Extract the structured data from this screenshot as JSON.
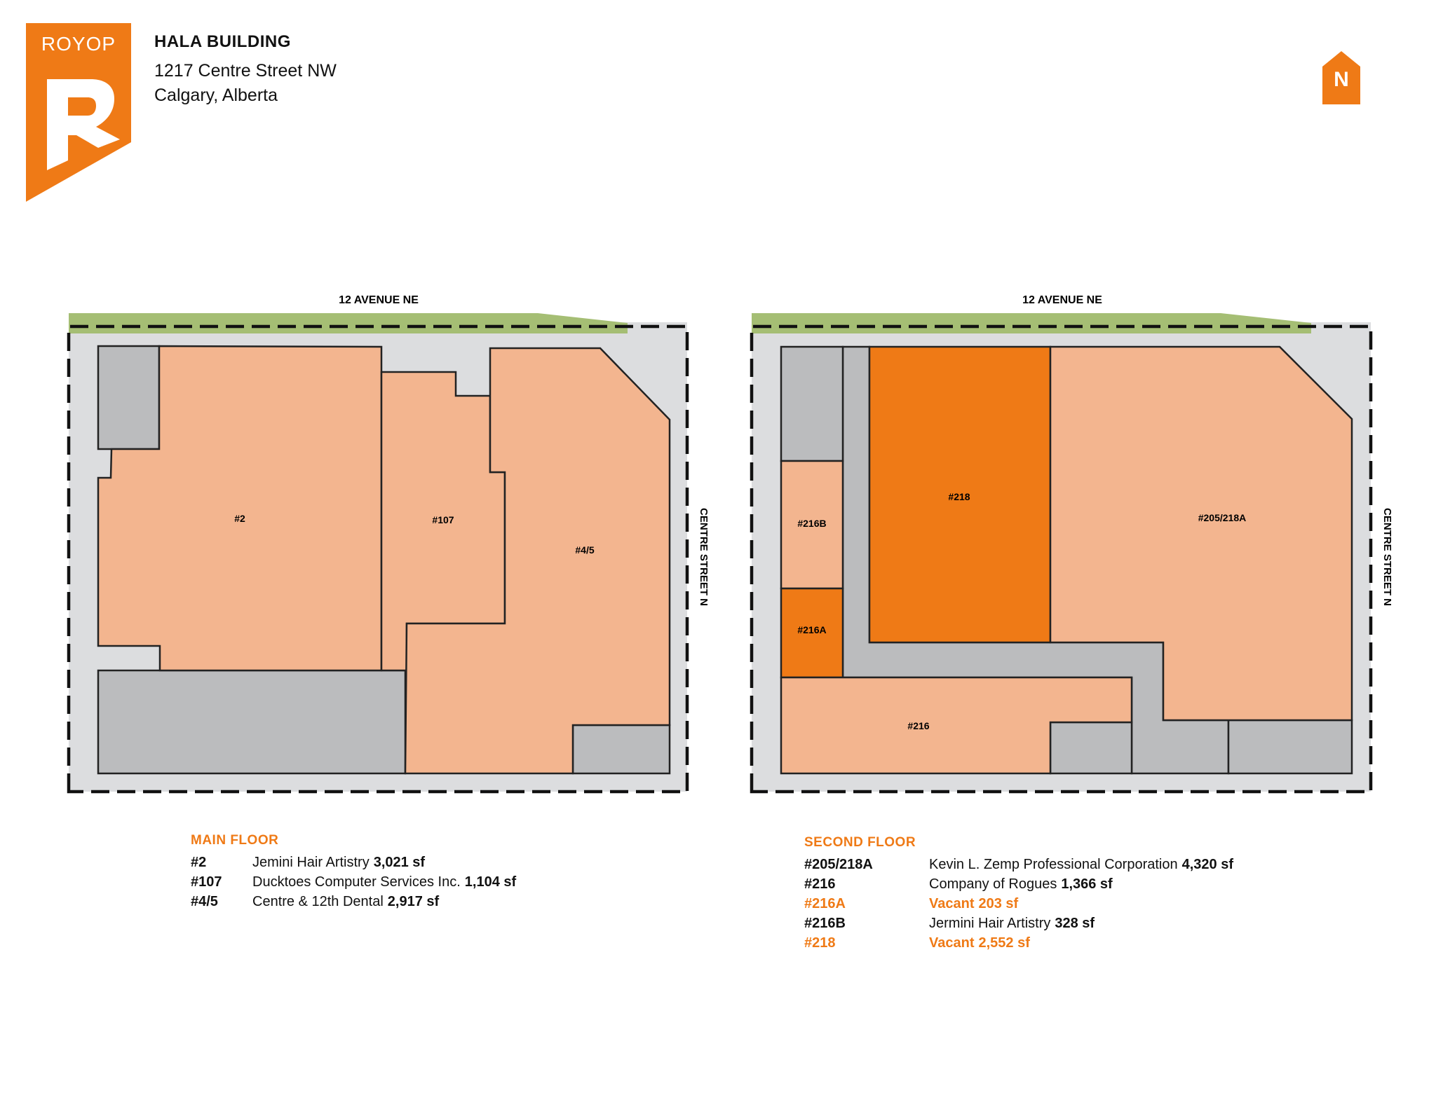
{
  "brand": {
    "logo_text": "ROYOP",
    "color": "#ef7a16"
  },
  "header": {
    "title": "HALA BUILDING",
    "address_line1": "1217 Centre Street NW",
    "address_line2": "Calgary, Alberta"
  },
  "north_label": "N",
  "colors": {
    "leased": "#f3b58f",
    "vacant": "#ef7a16",
    "common": "#bbbcbe",
    "site": "#dcdddf",
    "landscape": "#a5be74"
  },
  "main_plan": {
    "street_top": "12 AVENUE NE",
    "street_right": "CENTRE STREET N",
    "units": {
      "u2": "#2",
      "u107": "#107",
      "u45": "#4/5"
    }
  },
  "second_plan": {
    "street_top": "12 AVENUE NE",
    "street_right": "CENTRE STREET N",
    "units": {
      "u218": "#218",
      "u205": "#205/218A",
      "u216b": "#216B",
      "u216a": "#216A",
      "u216": "#216"
    }
  },
  "main_legend": {
    "heading": "MAIN FLOOR",
    "rows": [
      {
        "unit": "#2",
        "tenant": "Jemini Hair Artistry",
        "area": "3,021 sf"
      },
      {
        "unit": "#107",
        "tenant": "Ducktoes Computer Services Inc.",
        "area": "1,104 sf"
      },
      {
        "unit": "#4/5",
        "tenant": "Centre & 12th Dental",
        "area": "2,917 sf"
      }
    ]
  },
  "second_legend": {
    "heading": "SECOND FLOOR",
    "rows": [
      {
        "unit": "#205/218A",
        "tenant": "Kevin L. Zemp Professional Corporation",
        "area": "4,320 sf"
      },
      {
        "unit": "#216",
        "tenant": "Company of Rogues",
        "area": "1,366 sf"
      },
      {
        "unit": "#216A",
        "tenant": "Vacant",
        "area": "203 sf"
      },
      {
        "unit": "#216B",
        "tenant": "Jermini Hair Artistry",
        "area": "328 sf"
      },
      {
        "unit": "#218",
        "tenant": "Vacant",
        "area": "2,552 sf"
      }
    ]
  }
}
